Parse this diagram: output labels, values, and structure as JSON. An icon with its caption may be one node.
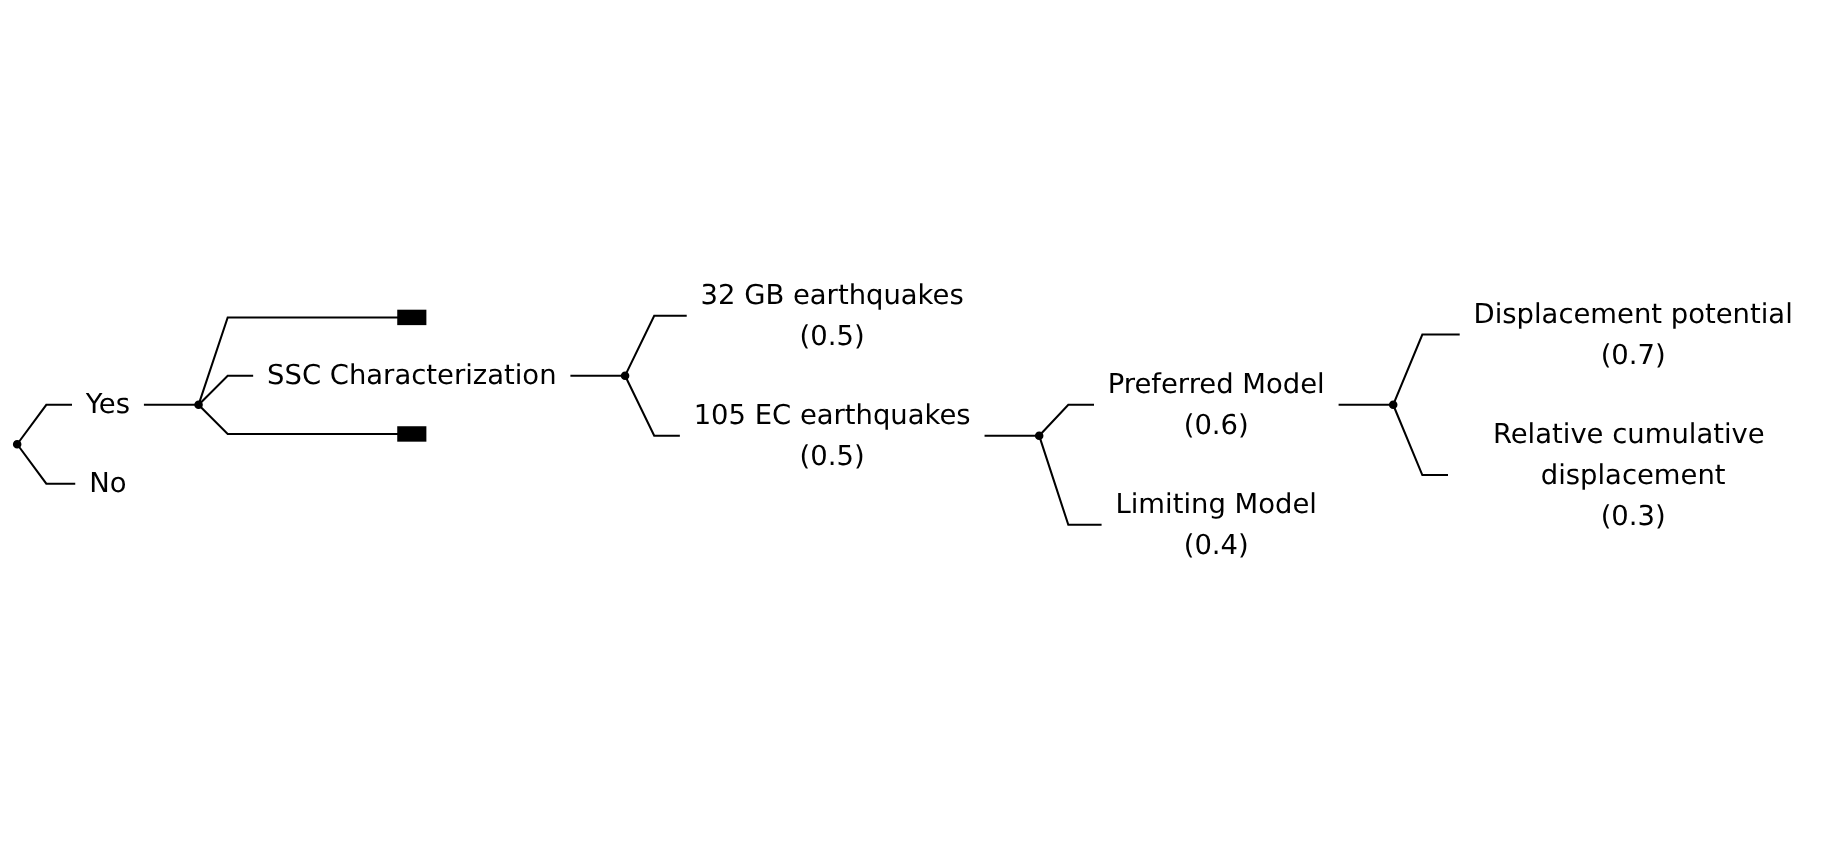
{
  "diagram": {
    "nodes": [
      {
        "text": [],
        "shape": "circle"
      },
      {
        "text": [
          "Yes"
        ]
      },
      {
        "text": [
          "No"
        ]
      },
      {
        "text": [],
        "shape": "circle"
      },
      {
        "text": [],
        "shape": "bar"
      },
      {
        "text": [
          "SSC Characterization"
        ]
      },
      {
        "text": [],
        "shape": "bar"
      },
      {
        "text": [],
        "shape": "circle"
      },
      {
        "text": [
          "32 GB earthquakes",
          "(0.5)"
        ]
      },
      {
        "text": [
          "105 EC earthquakes",
          "(0.5)"
        ]
      },
      {
        "text": [],
        "shape": "circle"
      },
      {
        "text": [
          "Preferred Model",
          "(0.6)"
        ]
      },
      {
        "text": [
          "Limiting Model",
          "(0.4)"
        ]
      },
      {
        "text": [],
        "shape": "circle"
      },
      {
        "text": [
          "Displacement potential",
          "(0.7)"
        ]
      },
      {
        "text": [
          "Relative cumulative displacement",
          "(0.3)"
        ]
      }
    ],
    "edges": [
      {
        "from": 0,
        "to": 1,
        "arrow": "none"
      },
      {
        "from": 0,
        "to": 2,
        "arrow": "none"
      },
      {
        "from": 1,
        "to": 3,
        "arrow": "none"
      },
      {
        "from": 3,
        "to": 4,
        "arrow": "none"
      },
      {
        "from": 3,
        "to": 5,
        "arrow": "none"
      },
      {
        "from": 3,
        "to": 6,
        "arrow": "none"
      },
      {
        "from": 5,
        "to": 7,
        "arrow": "none"
      },
      {
        "from": 7,
        "to": 8,
        "arrow": "none"
      },
      {
        "from": 7,
        "to": 9,
        "arrow": "none"
      },
      {
        "from": 9,
        "to": 10,
        "arrow": "none"
      },
      {
        "from": 10,
        "to": 11,
        "arrow": "none"
      },
      {
        "from": 10,
        "to": 12,
        "arrow": "none"
      },
      {
        "from": 11,
        "to": 13,
        "arrow": "none"
      },
      {
        "from": 13,
        "to": 14,
        "arrow": "none"
      },
      {
        "from": 13,
        "to": 15,
        "arrow": "none"
      }
    ]
  }
}
